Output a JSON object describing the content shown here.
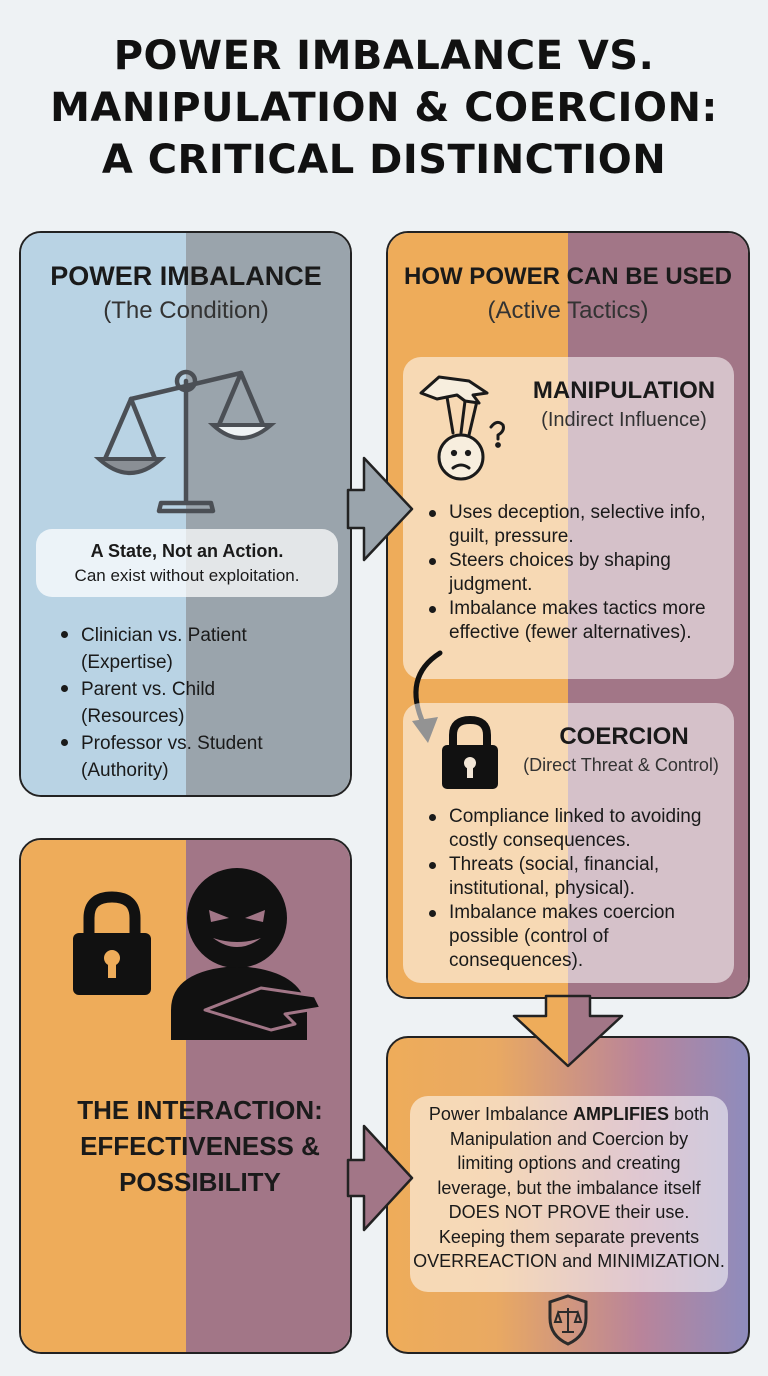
{
  "title": {
    "line1": "POWER IMBALANCE VS.",
    "line2": "MANIPULATION & COERCION:",
    "line3": "A CRITICAL DISTINCTION"
  },
  "power_imbalance": {
    "heading": "POWER IMBALANCE",
    "subheading": "(The Condition)",
    "icon": "balance-scale-icon",
    "state_title": "A State, Not an Action.",
    "state_text": "Can exist without exploitation.",
    "examples": [
      {
        "line1": "Clinician vs. Patient",
        "line2": "(Expertise)"
      },
      {
        "line1": "Parent vs. Child",
        "line2": "(Resources)"
      },
      {
        "line1": "Professor vs. Student",
        "line2": "(Authority)"
      }
    ]
  },
  "power_use": {
    "heading": "HOW POWER CAN BE USED",
    "subheading": "(Active Tactics)",
    "manipulation": {
      "title": "MANIPULATION",
      "subtitle": "(Indirect Influence)",
      "icon": "puppet-hand-icon",
      "bullets": [
        {
          "line1": "Uses deception, selective info,",
          "line2": "guilt, pressure."
        },
        {
          "line1": "Steers choices by shaping",
          "line2": "judgment."
        },
        {
          "line1": "Imbalance makes tactics more",
          "line2": "effective (fewer alternatives)."
        }
      ]
    },
    "coercion": {
      "title": "COERCION",
      "subtitle": "(Direct Threat & Control)",
      "icon": "padlock-icon",
      "bullets": [
        {
          "line1": "Compliance linked to avoiding",
          "line2": "costly consequences.",
          "line3": ""
        },
        {
          "line1": "Threats (social, financial,",
          "line2": "institutional, physical).",
          "line3": ""
        },
        {
          "line1": "Imbalance makes coercion",
          "line2": "possible (control of",
          "line3": "consequences)."
        }
      ]
    }
  },
  "interaction": {
    "line1": "THE INTERACTION:",
    "line2": "EFFECTIVENESS &",
    "line3": "POSSIBILITY",
    "icons": [
      "padlock-icon",
      "menacing-figure-icon"
    ]
  },
  "conclusion": {
    "s1_pre": "Power Imbalance ",
    "s1_bold": "AMPLIFIES",
    "s1_post": " both",
    "line2": "Manipulation and Coercion by",
    "line3": "limiting options and creating",
    "line4": "leverage, but the imbalance itself",
    "line5": "DOES NOT PROVE their use.",
    "line6": "Keeping them separate prevents",
    "line7": "OVERREACTION and MINIMIZATION.",
    "icon": "justice-shield-icon"
  },
  "colors": {
    "blue": "#b9d3e4",
    "slate": "#9aa4ac",
    "orange": "#eeac5a",
    "mauve": "#a27687",
    "purple": "#8e8cbd"
  }
}
